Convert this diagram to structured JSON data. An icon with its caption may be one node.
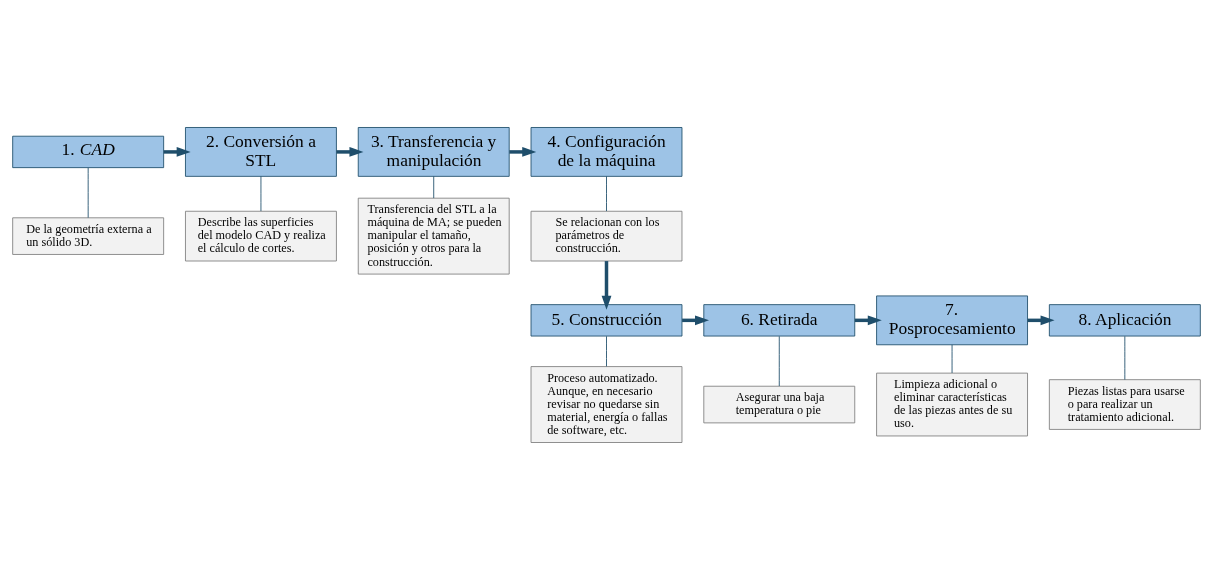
{
  "diagram": {
    "nodes": [
      {
        "text": [
          "1. *CAD*"
        ]
      },
      {
        "text": [
          "De la geometría externa a un sólido 3D."
        ]
      },
      {
        "text": [
          "2. Conversión a STL"
        ]
      },
      {
        "text": [
          "Describe las superficies del modelo CAD y realiza el cálculo de cortes."
        ]
      },
      {
        "text": [
          "3. Transferencia y manipulación"
        ]
      },
      {
        "text": [
          "Transferencia del STL a la máquina de MA; se pueden manipular el tamaño, posición y otros para la construcción."
        ]
      },
      {
        "text": [
          "4. Configuración de la máquina"
        ]
      },
      {
        "text": [
          "Se relacionan con los parámetros de construcción."
        ]
      },
      {
        "text": [
          "5. Construcción"
        ]
      },
      {
        "text": [
          "Proceso automatizado. Aunque, en necesario revisar no quedarse sin material, energía o fallas de software, etc."
        ]
      },
      {
        "text": [
          "6. Retirada"
        ]
      },
      {
        "text": [
          "Asegurar una baja temperatura o pie"
        ]
      },
      {
        "text": [
          "7. Posprocesamiento"
        ]
      },
      {
        "text": [
          "Limpieza adicional o eliminar características de las piezas antes de su uso."
        ]
      },
      {
        "text": [
          "8. Aplicación"
        ]
      },
      {
        "text": [
          "Piezas listas para usarse o para realizar un tratamiento adicional."
        ]
      }
    ],
    "edges": [
      {
        "from": 0,
        "to": 1,
        "arrow": "none"
      },
      {
        "from": 2,
        "to": 3,
        "arrow": "none"
      },
      {
        "from": 4,
        "to": 5,
        "arrow": "none"
      },
      {
        "from": 6,
        "to": 7,
        "arrow": "none"
      },
      {
        "from": 0,
        "to": 2,
        "arrow": "to",
        "style": "thick"
      },
      {
        "from": 2,
        "to": 4,
        "arrow": "to",
        "style": "thick"
      },
      {
        "from": 4,
        "to": 6,
        "arrow": "to",
        "style": "thick"
      },
      {
        "from": 7,
        "to": 8,
        "arrow": "to",
        "style": "thick"
      },
      {
        "from": 8,
        "to": 9,
        "arrow": "none"
      },
      {
        "from": 10,
        "to": 11,
        "arrow": "none"
      },
      {
        "from": 12,
        "to": 13,
        "arrow": "none"
      },
      {
        "from": 14,
        "to": 15,
        "arrow": "none"
      },
      {
        "from": 8,
        "to": 10,
        "arrow": "to",
        "style": "thick"
      },
      {
        "from": 10,
        "to": 12,
        "arrow": "to",
        "style": "thick"
      },
      {
        "from": 12,
        "to": 14,
        "arrow": "to",
        "style": "thick"
      }
    ]
  }
}
